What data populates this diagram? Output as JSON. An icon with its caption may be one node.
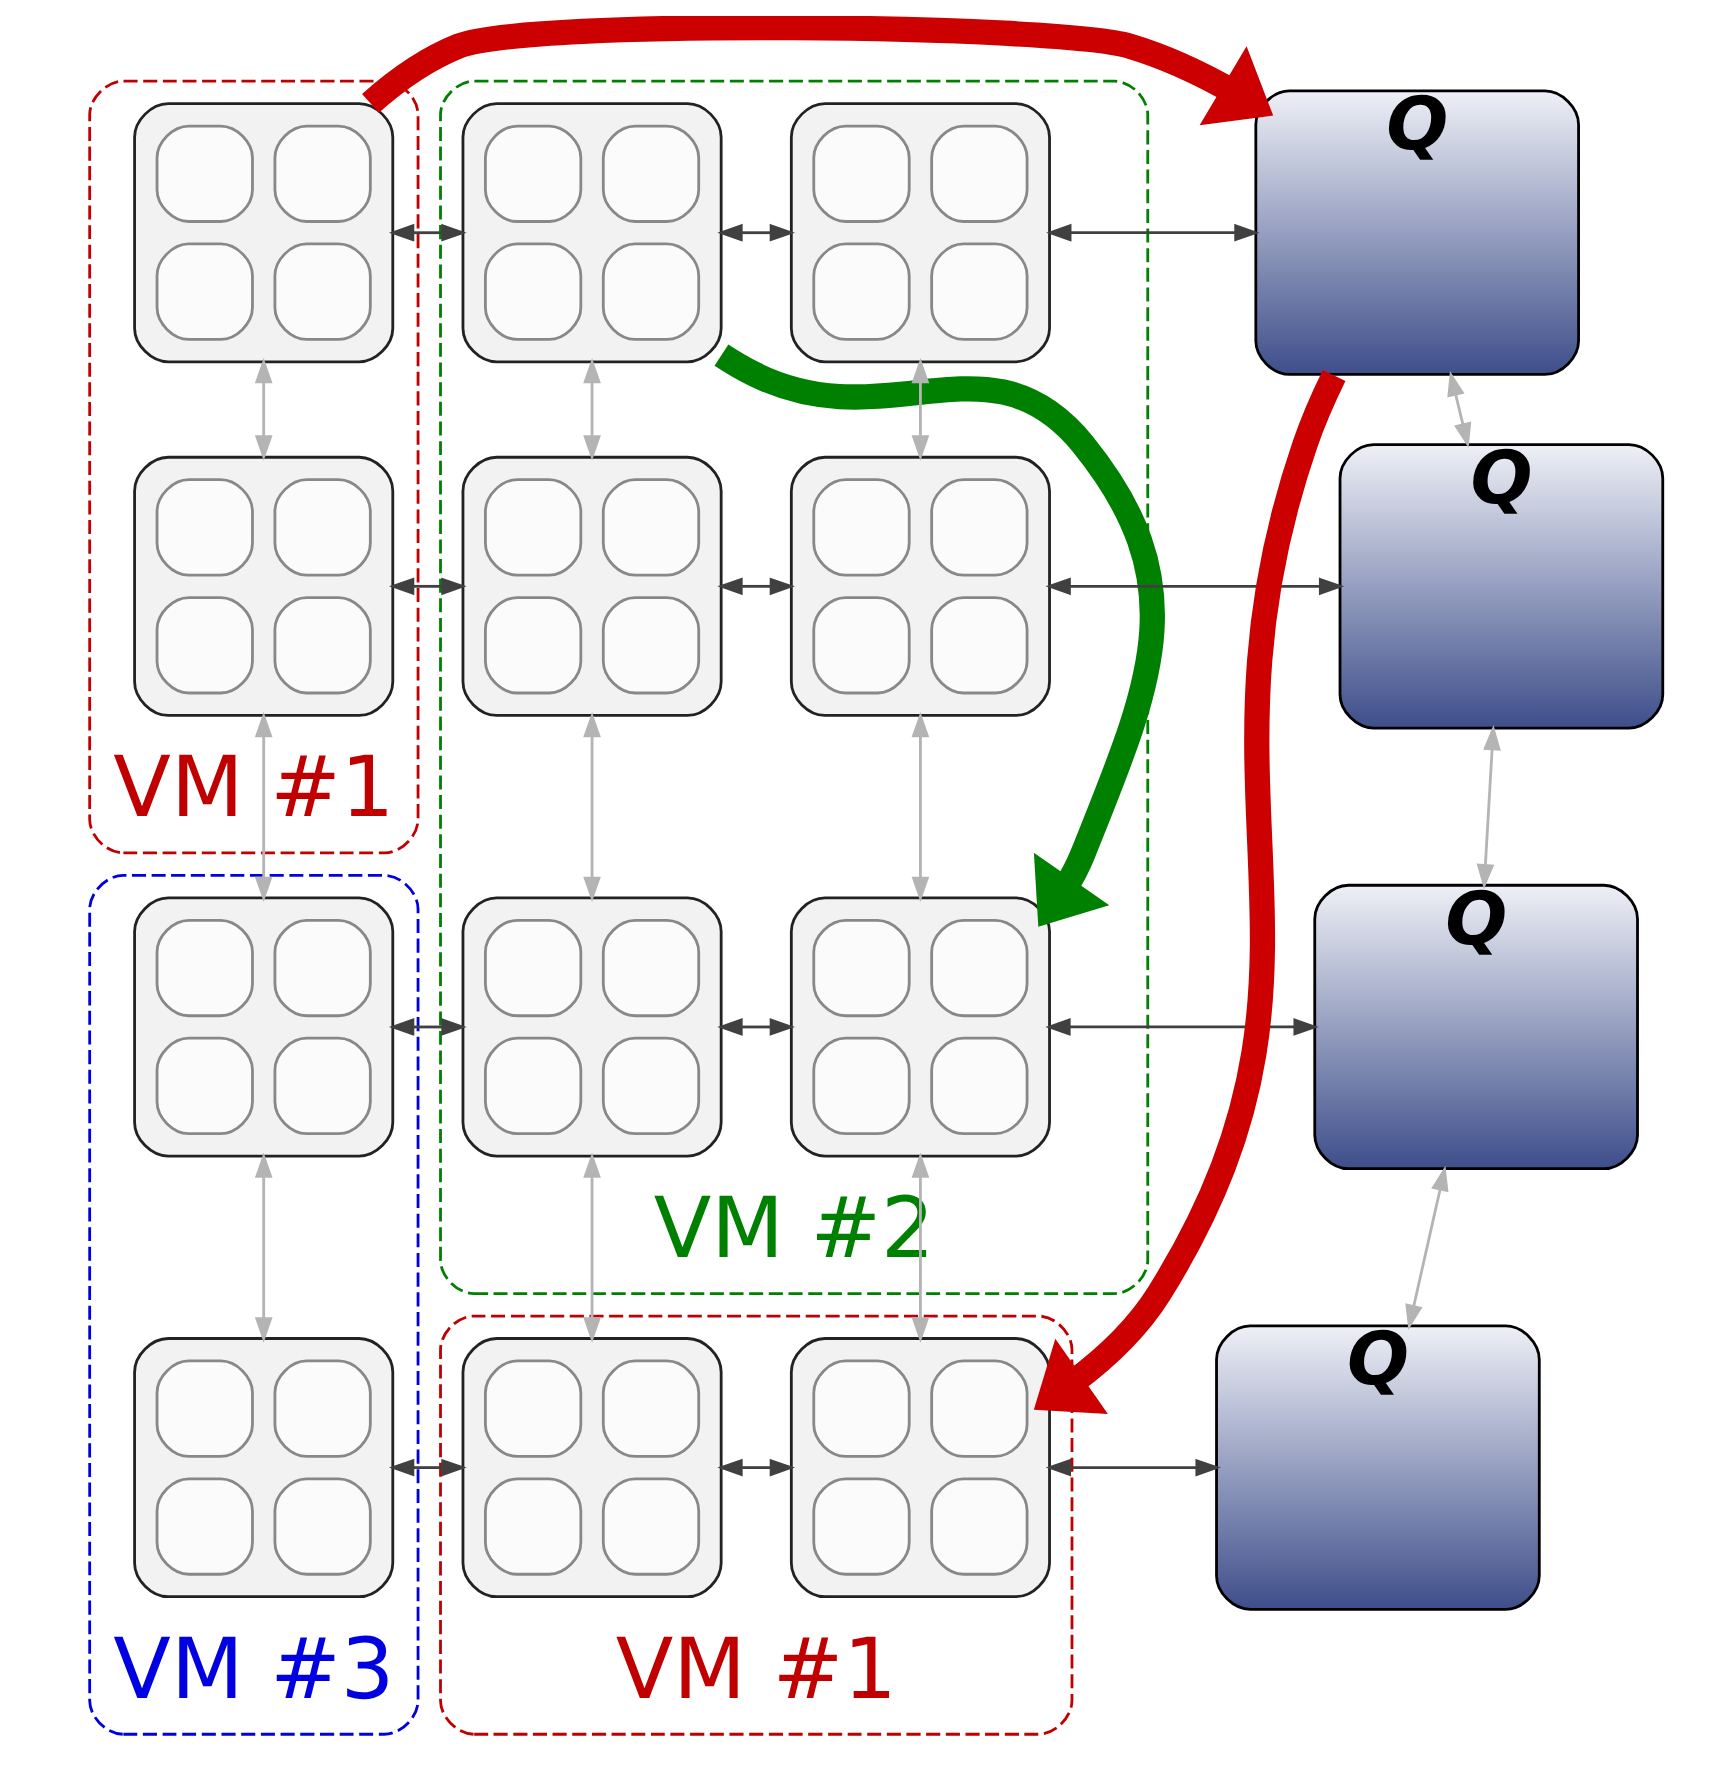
{
  "diagram": {
    "nodes": [
      {
        "text": [
          "VM #1"
        ]
      },
      {
        "text": [],
        "shape": "box",
        "in": 0
      },
      {
        "text": [],
        "shape": "box",
        "in": 0
      },
      {
        "text": [
          "VM #2"
        ]
      },
      {
        "text": [],
        "shape": "box",
        "in": 3
      },
      {
        "text": [],
        "shape": "box",
        "in": 3
      },
      {
        "text": [],
        "shape": "box",
        "in": 3
      },
      {
        "text": [],
        "shape": "box",
        "in": 3
      },
      {
        "text": [],
        "shape": "box",
        "in": 3
      },
      {
        "text": [],
        "shape": "box",
        "in": 3
      },
      {
        "text": [
          "VM #3"
        ]
      },
      {
        "text": [],
        "shape": "box",
        "in": 10
      },
      {
        "text": [],
        "shape": "box",
        "in": 10
      },
      {
        "text": [
          "VM #1"
        ]
      },
      {
        "text": [],
        "shape": "box",
        "in": 13
      },
      {
        "text": [],
        "shape": "box",
        "in": 13
      },
      {
        "text": [
          "Q"
        ]
      },
      {
        "text": [
          "Q"
        ]
      },
      {
        "text": [
          "Q"
        ]
      },
      {
        "text": [
          "Q"
        ]
      }
    ],
    "edges": [
      {
        "from": 1,
        "to": 4,
        "arrow": "both"
      },
      {
        "from": 4,
        "to": 5,
        "arrow": "both"
      },
      {
        "from": 5,
        "to": 16,
        "arrow": "both"
      },
      {
        "from": 2,
        "to": 6,
        "arrow": "both"
      },
      {
        "from": 6,
        "to": 7,
        "arrow": "both"
      },
      {
        "from": 7,
        "to": 17,
        "arrow": "both"
      },
      {
        "from": 11,
        "to": 8,
        "arrow": "both"
      },
      {
        "from": 8,
        "to": 9,
        "arrow": "both"
      },
      {
        "from": 9,
        "to": 18,
        "arrow": "both"
      },
      {
        "from": 12,
        "to": 14,
        "arrow": "both"
      },
      {
        "from": 14,
        "to": 15,
        "arrow": "both"
      },
      {
        "from": 15,
        "to": 19,
        "arrow": "both"
      },
      {
        "from": 1,
        "to": 2,
        "arrow": "both",
        "color": "#b4b4b4"
      },
      {
        "from": 2,
        "to": 11,
        "arrow": "both",
        "color": "#b4b4b4"
      },
      {
        "from": 11,
        "to": 12,
        "arrow": "both",
        "color": "#b4b4b4"
      },
      {
        "from": 4,
        "to": 6,
        "arrow": "both",
        "color": "#b4b4b4"
      },
      {
        "from": 6,
        "to": 8,
        "arrow": "both",
        "color": "#b4b4b4"
      },
      {
        "from": 8,
        "to": 14,
        "arrow": "both",
        "color": "#b4b4b4"
      },
      {
        "from": 5,
        "to": 7,
        "arrow": "both",
        "color": "#b4b4b4"
      },
      {
        "from": 7,
        "to": 9,
        "arrow": "both",
        "color": "#b4b4b4"
      },
      {
        "from": 9,
        "to": 15,
        "arrow": "both",
        "color": "#b4b4b4"
      },
      {
        "from": 16,
        "to": 17,
        "arrow": "both",
        "color": "#b4b4b4"
      },
      {
        "from": 17,
        "to": 18,
        "arrow": "both",
        "color": "#b4b4b4"
      },
      {
        "from": 18,
        "to": 19,
        "arrow": "both",
        "color": "#b4b4b4"
      },
      {
        "from": 1,
        "to": 16,
        "arrow": "to",
        "style": "thick",
        "color": "#cc0000"
      },
      {
        "from": 16,
        "to": 15,
        "arrow": "to",
        "style": "thick",
        "color": "#cc0000"
      },
      {
        "from": 4,
        "to": 9,
        "arrow": "to",
        "style": "thick",
        "color": "#008000"
      }
    ]
  }
}
